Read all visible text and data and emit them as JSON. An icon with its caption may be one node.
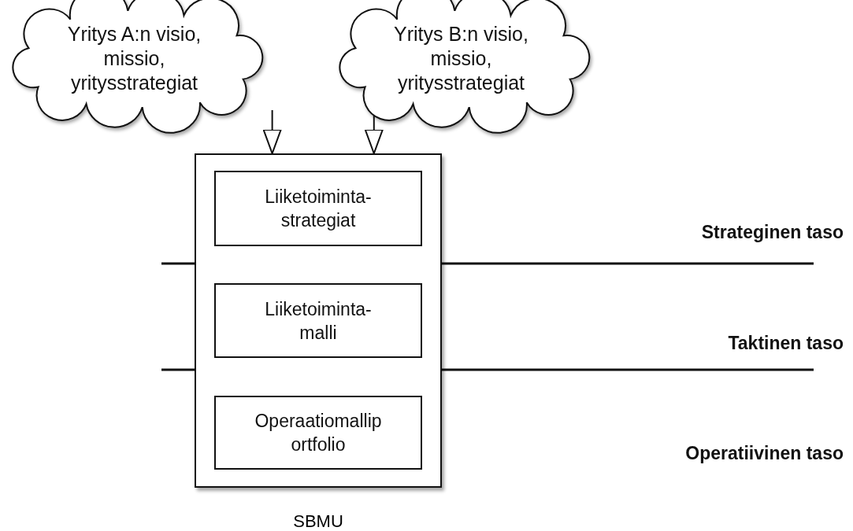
{
  "diagram": {
    "nodes": [
      {
        "text": [
          "Yritys A:n visio, missio, yritysstrategiat"
        ]
      },
      {
        "text": [
          "Yritys B:n visio, missio, yritysstrategiat"
        ]
      },
      {
        "text": [
          "SBMU"
        ]
      },
      {
        "text": [
          "Liiketoiminta- strategiat"
        ],
        "in": 2
      },
      {
        "text": [
          "Liiketoiminta- malli"
        ],
        "in": 2
      },
      {
        "text": [
          "Operaatiomallip ortfolio"
        ],
        "in": 2
      }
    ],
    "edges": [
      {
        "from": 0,
        "to": 2,
        "arrow": "to"
      },
      {
        "from": 1,
        "to": 2,
        "arrow": "to"
      }
    ],
    "labels": [
      "Strateginen taso",
      "Taktinen taso",
      "Operatiivinen taso"
    ]
  }
}
